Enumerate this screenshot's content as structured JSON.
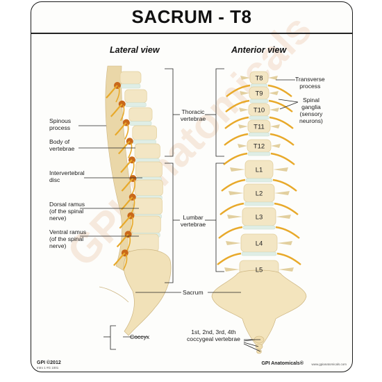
{
  "title": "SACRUM - T8",
  "views": {
    "lateral": "Lateral view",
    "anterior": "Anterior view"
  },
  "watermark": "GPI Anatomicals",
  "labels": {
    "spinous_process": [
      "Spinous",
      "process"
    ],
    "body_of_vertebrae": [
      "Body of",
      "vertebrae"
    ],
    "intervertebral_disc": [
      "Intervertebral",
      "disc"
    ],
    "dorsal_ramus": [
      "Dorsal ramus",
      "(of the spinal",
      "nerve)"
    ],
    "ventral_ramus": [
      "Ventral ramus",
      "(of the spinal",
      "nerve)"
    ],
    "thoracic_vertebrae": [
      "Thoracic",
      "vertebrae"
    ],
    "lumbar_vertebrae": [
      "Lumbar",
      "vertebrae"
    ],
    "sacrum": "Sacrum",
    "coccyx": "Coccyx",
    "coccygeal_vertebrae": [
      "1st, 2nd, 3rd, 4th",
      "coccygeal vertebrae"
    ],
    "transverse_process": [
      "Transverse",
      "process"
    ],
    "spinal_ganglia": [
      "Spinal",
      "ganglia",
      "(sensory",
      "neurons)"
    ]
  },
  "vertebra_labels": [
    "T8",
    "T9",
    "T10",
    "T11",
    "T12",
    "L1",
    "L2",
    "L3",
    "L4",
    "L5"
  ],
  "footer": {
    "left": "GPI ©2012",
    "left_small": "Intro 1 #G 1001",
    "right": "GPI Anatomicals",
    "registered": "®",
    "url": "www.gpianatomicals.com"
  },
  "colors": {
    "bone": "#f3e6c4",
    "bone_shadow": "#e2cf9e",
    "disc": "#dfeee6",
    "nerve": "#e8a92a",
    "nerve_dark": "#c9681a"
  }
}
